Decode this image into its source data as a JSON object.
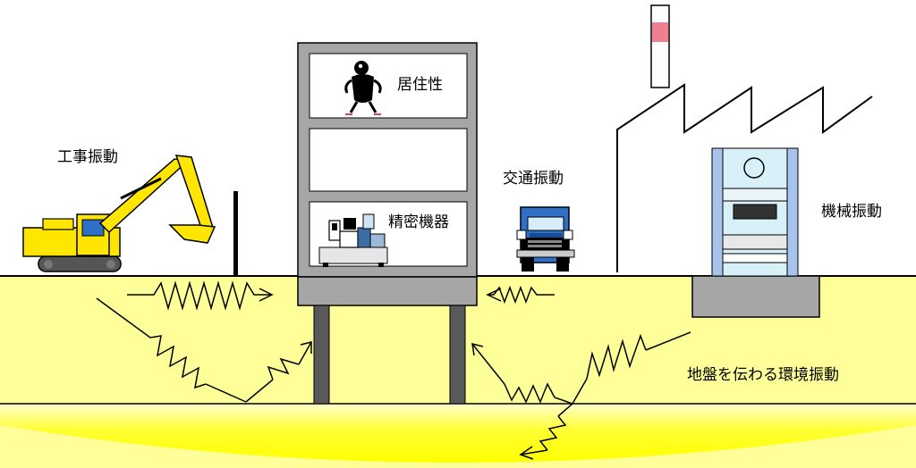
{
  "labels": {
    "construction": "工事振動",
    "habitability": "居住性",
    "precision": "精密機器",
    "traffic": "交通振動",
    "machinery": "機械振動",
    "ground": "地盤を伝わる環境振動"
  },
  "colors": {
    "ground": "#ffff99",
    "bedrock": "#ffff00",
    "excavator": "#ffe600",
    "truck_body": "#2f6fc8",
    "press_light": "#d8f0f8",
    "press_frame": "#a9c4ec",
    "chimney_band": "#f08090",
    "building_base": "#a6a6a6",
    "column": "#595959"
  }
}
